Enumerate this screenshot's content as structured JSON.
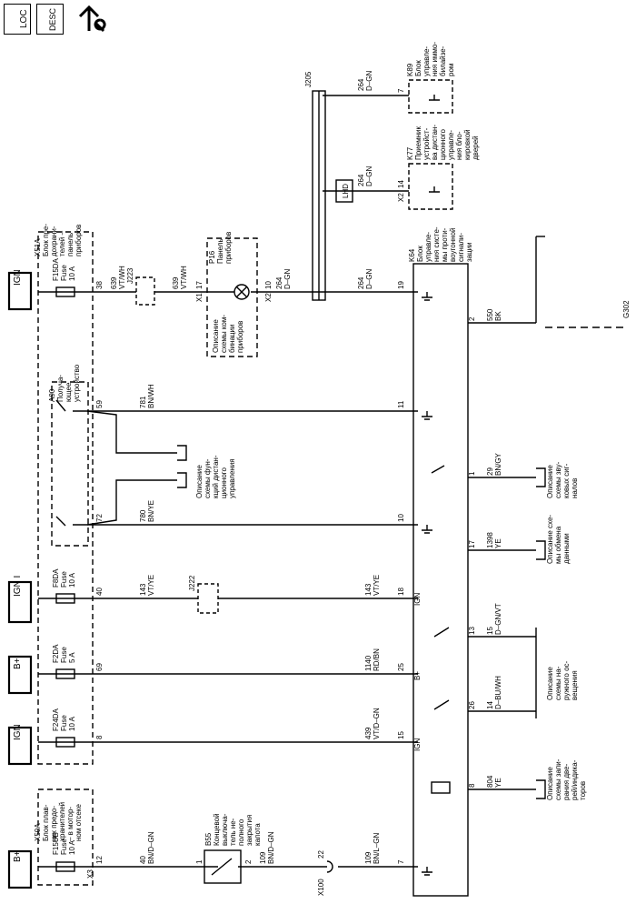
{
  "toolbar": {
    "loc_label": "LOC",
    "desc_label": "DESC",
    "icon": "repair-wrench-icon"
  },
  "power": {
    "b_plus_1": "B+",
    "ign_1": "IGN",
    "b_plus_2": "B+",
    "ign_i": "IGN I",
    "ign_2": "IGN"
  },
  "fuses": {
    "f15ub": [
      "F15UB",
      "Fuse",
      "10 A"
    ],
    "f24da": [
      "F24DA",
      "Fuse",
      "10 A"
    ],
    "f2da": [
      "F2DA",
      "Fuse",
      "5 A"
    ],
    "f8da": [
      "F8DA",
      "Fuse",
      "10 A"
    ],
    "f15da": [
      "F15DA",
      "Fuse",
      "10 A"
    ]
  },
  "blocks": {
    "x50a": [
      "X50A",
      "Блок плав-",
      "ких предо-",
      "хранителей",
      "– в мотор-",
      "ном отсеке"
    ],
    "x51a": [
      "X51A",
      "Блок пре-",
      "дохрани-",
      "телей –",
      "панель",
      "приборов"
    ],
    "b55": [
      "B55",
      "Концевой",
      "выключа-",
      "тель не-",
      "полного",
      "закрытия",
      "капота"
    ],
    "p16": [
      "P16",
      "Панель",
      "приборов"
    ],
    "p16_desc": [
      "Описание",
      "схемы ком-",
      "бинации",
      "приборов"
    ],
    "a90": [
      "A90",
      "Получа-",
      "ющее",
      "устройство"
    ],
    "a90_desc": [
      "Описание",
      "схемы фун-",
      "кций дистан-",
      "ционного",
      "управления"
    ],
    "k64": [
      "K64",
      "Блок",
      "управле-",
      "ния систе-",
      "мы проти-",
      "воугонной",
      "сигнали-",
      "зации"
    ],
    "k77": [
      "K77",
      "Приемник",
      "устройст-",
      "ва дистан-",
      "ционного",
      "управле-",
      "ния бло-",
      "кировкой",
      "дверей"
    ],
    "k89": [
      "K89",
      "Блок",
      "управле-",
      "ния иммо-",
      "билайзе-",
      "ром"
    ],
    "desc_sound": [
      "Описание",
      "схемы зву-",
      "ковых сиг-",
      "налов"
    ],
    "desc_data": [
      "Описание схе-",
      "мы обмена",
      "данными"
    ],
    "desc_exterior": [
      "Описание",
      "схемы на-",
      "ружного ос-",
      "вещения"
    ],
    "desc_doors": [
      "Описание",
      "схемы запи-",
      "рания две-",
      "рей/индика-",
      "торов"
    ]
  },
  "pins": {
    "x3": "X3",
    "p12": "12",
    "p8_fuse": "8",
    "p69": "69",
    "p40": "40",
    "p72": "72",
    "p59": "59",
    "p38": "38",
    "x1": "X1",
    "p17": "17",
    "x2": "X2",
    "p10": "10",
    "b55_1": "1",
    "b55_2": "2",
    "x100": "X100",
    "p22": "22",
    "k64_7": "7",
    "k64_15": "15",
    "k64_25": "25",
    "k64_18": "18",
    "k64_10": "10",
    "k64_11": "11",
    "k64_19": "19",
    "k64_8": "8",
    "k64_26": "26",
    "k64_13": "13",
    "k64_17": "17",
    "k64_1": "1",
    "k64_2": "2",
    "k77_x2": "X2",
    "k77_14": "14",
    "k89_7": "7"
  },
  "wires": {
    "w40": [
      "40",
      "BN/D–GN"
    ],
    "w109a": [
      "109",
      "BN/D–GN"
    ],
    "w109b": [
      "109",
      "BN/L–GN"
    ],
    "w439": [
      "439",
      "VT/D–GN"
    ],
    "w1140": [
      "1140",
      "RD/BN"
    ],
    "w143a": [
      "143",
      "VT/YE"
    ],
    "w143b": [
      "143",
      "VT/YE"
    ],
    "w780": [
      "780",
      "BN/YE"
    ],
    "w781": [
      "781",
      "BN/WH"
    ],
    "w639a": [
      "639",
      "VT/WH"
    ],
    "w639b": [
      "639",
      "VT/WH"
    ],
    "w264a": [
      "264",
      "D–GN"
    ],
    "w264b": [
      "264",
      "D–GN"
    ],
    "w264c": [
      "264",
      "D–GN"
    ],
    "w264d": [
      "264",
      "D–GN"
    ],
    "w804": [
      "804",
      "YE"
    ],
    "w14": [
      "14",
      "D–BU/WH"
    ],
    "w15": [
      "15",
      "D–GN/VT"
    ],
    "w1398": [
      "1398",
      "YE"
    ],
    "w29": [
      "29",
      "BN/GY"
    ],
    "w550": [
      "550",
      "BK"
    ]
  },
  "k64_pin_labels": {
    "ign_a": "IGN",
    "b_plus": "B+",
    "ign_b": "IGN"
  },
  "connectors": {
    "j222": "J222",
    "j223": "J223",
    "j205": "J205",
    "lhd": "LHD",
    "g302": "G302"
  }
}
